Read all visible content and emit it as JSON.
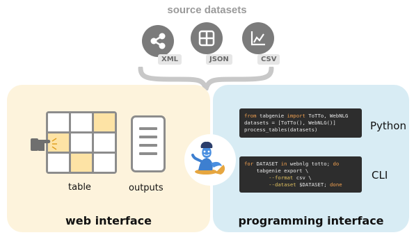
{
  "source": {
    "title": "source datasets",
    "items": [
      {
        "tag": "XML",
        "icon": "share-icon"
      },
      {
        "tag": "JSON",
        "icon": "grid-icon"
      },
      {
        "tag": "CSV",
        "icon": "line-chart-icon"
      }
    ]
  },
  "web": {
    "title": "web interface",
    "table_label": "table",
    "outputs_label": "outputs"
  },
  "programming": {
    "title": "programming interface",
    "python_label": "Python",
    "cli_label": "CLI",
    "python_code": [
      {
        "a": "from",
        "b": " tabgenie ",
        "c": "import",
        "d": " ToTTo, WebNLG"
      },
      {
        "a": "",
        "b": "datasets = [ToTTo(), WebNLG()]",
        "c": "",
        "d": ""
      },
      {
        "a": "",
        "b": "process_tables(datasets)",
        "c": "",
        "d": ""
      }
    ],
    "cli_code": [
      {
        "a": "for",
        "b": " DATASET ",
        "c": "in",
        "d": " webnlg totto; ",
        "e": "do"
      },
      {
        "a": "",
        "b": "    tabgenie export \\",
        "c": "",
        "d": "",
        "e": ""
      },
      {
        "a": "",
        "b": "        ",
        "c": "--format",
        "d": " csv \\",
        "e": ""
      },
      {
        "a": "",
        "b": "        ",
        "c": "--dataset",
        "d": " $DATASET; ",
        "e": "done"
      }
    ]
  },
  "colors": {
    "web_panel": "#fdf3dc",
    "prog_panel": "#d8ecf4",
    "highlight_cell": "#fde3a5",
    "icon_gray": "#7b7b7b",
    "code_bg": "#2d2d2d"
  }
}
